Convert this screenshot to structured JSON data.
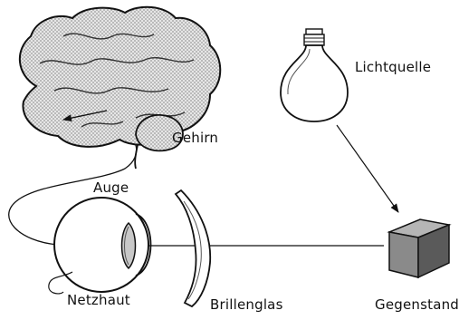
{
  "labels": {
    "brain": "Gehirn",
    "light_source": "Lichtquelle",
    "eye": "Auge",
    "retina": "Netzhaut",
    "lens": "Brillenglas",
    "object": "Gegenstand"
  },
  "colors": {
    "ink": "#111111",
    "brain_fill": "#c8c8c8",
    "cube_front": "#8a8a8a",
    "cube_top": "#b5b5b5",
    "cube_side": "#5a5a5a"
  }
}
